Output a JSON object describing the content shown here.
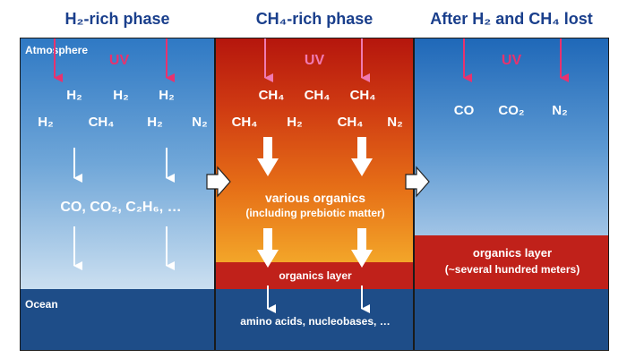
{
  "titles": {
    "phase1": "H₂-rich phase",
    "phase2": "CH₄-rich phase",
    "phase3": "After H₂ and CH₄ lost"
  },
  "labels": {
    "atmosphere": "Atmosphere",
    "ocean": "Ocean",
    "uv": "UV"
  },
  "phase1": {
    "row1": [
      "H₂",
      "H₂",
      "H₂"
    ],
    "row2": [
      "H₂",
      "CH₄",
      "H₂",
      "N₂"
    ],
    "products": "CO, CO₂, C₂H₆, …"
  },
  "phase2": {
    "row1": [
      "CH₄",
      "CH₄",
      "CH₄"
    ],
    "row2": [
      "CH₄",
      "H₂",
      "CH₄",
      "N₂"
    ],
    "organics_line1": "various organics",
    "organics_line2": "(including prebiotic matter)",
    "organics_layer": "organics layer",
    "ocean_products": "amino acids, nucleobases, …"
  },
  "phase3": {
    "molecules": [
      "CO",
      "CO₂",
      "N₂"
    ],
    "organics_layer": "organics layer",
    "thickness": "(~several hundred meters)"
  },
  "colors": {
    "title": "#1a3f8c",
    "uv": "#e8326e",
    "ocean": "#1e4d88",
    "organics_layer": "#c0211a"
  }
}
